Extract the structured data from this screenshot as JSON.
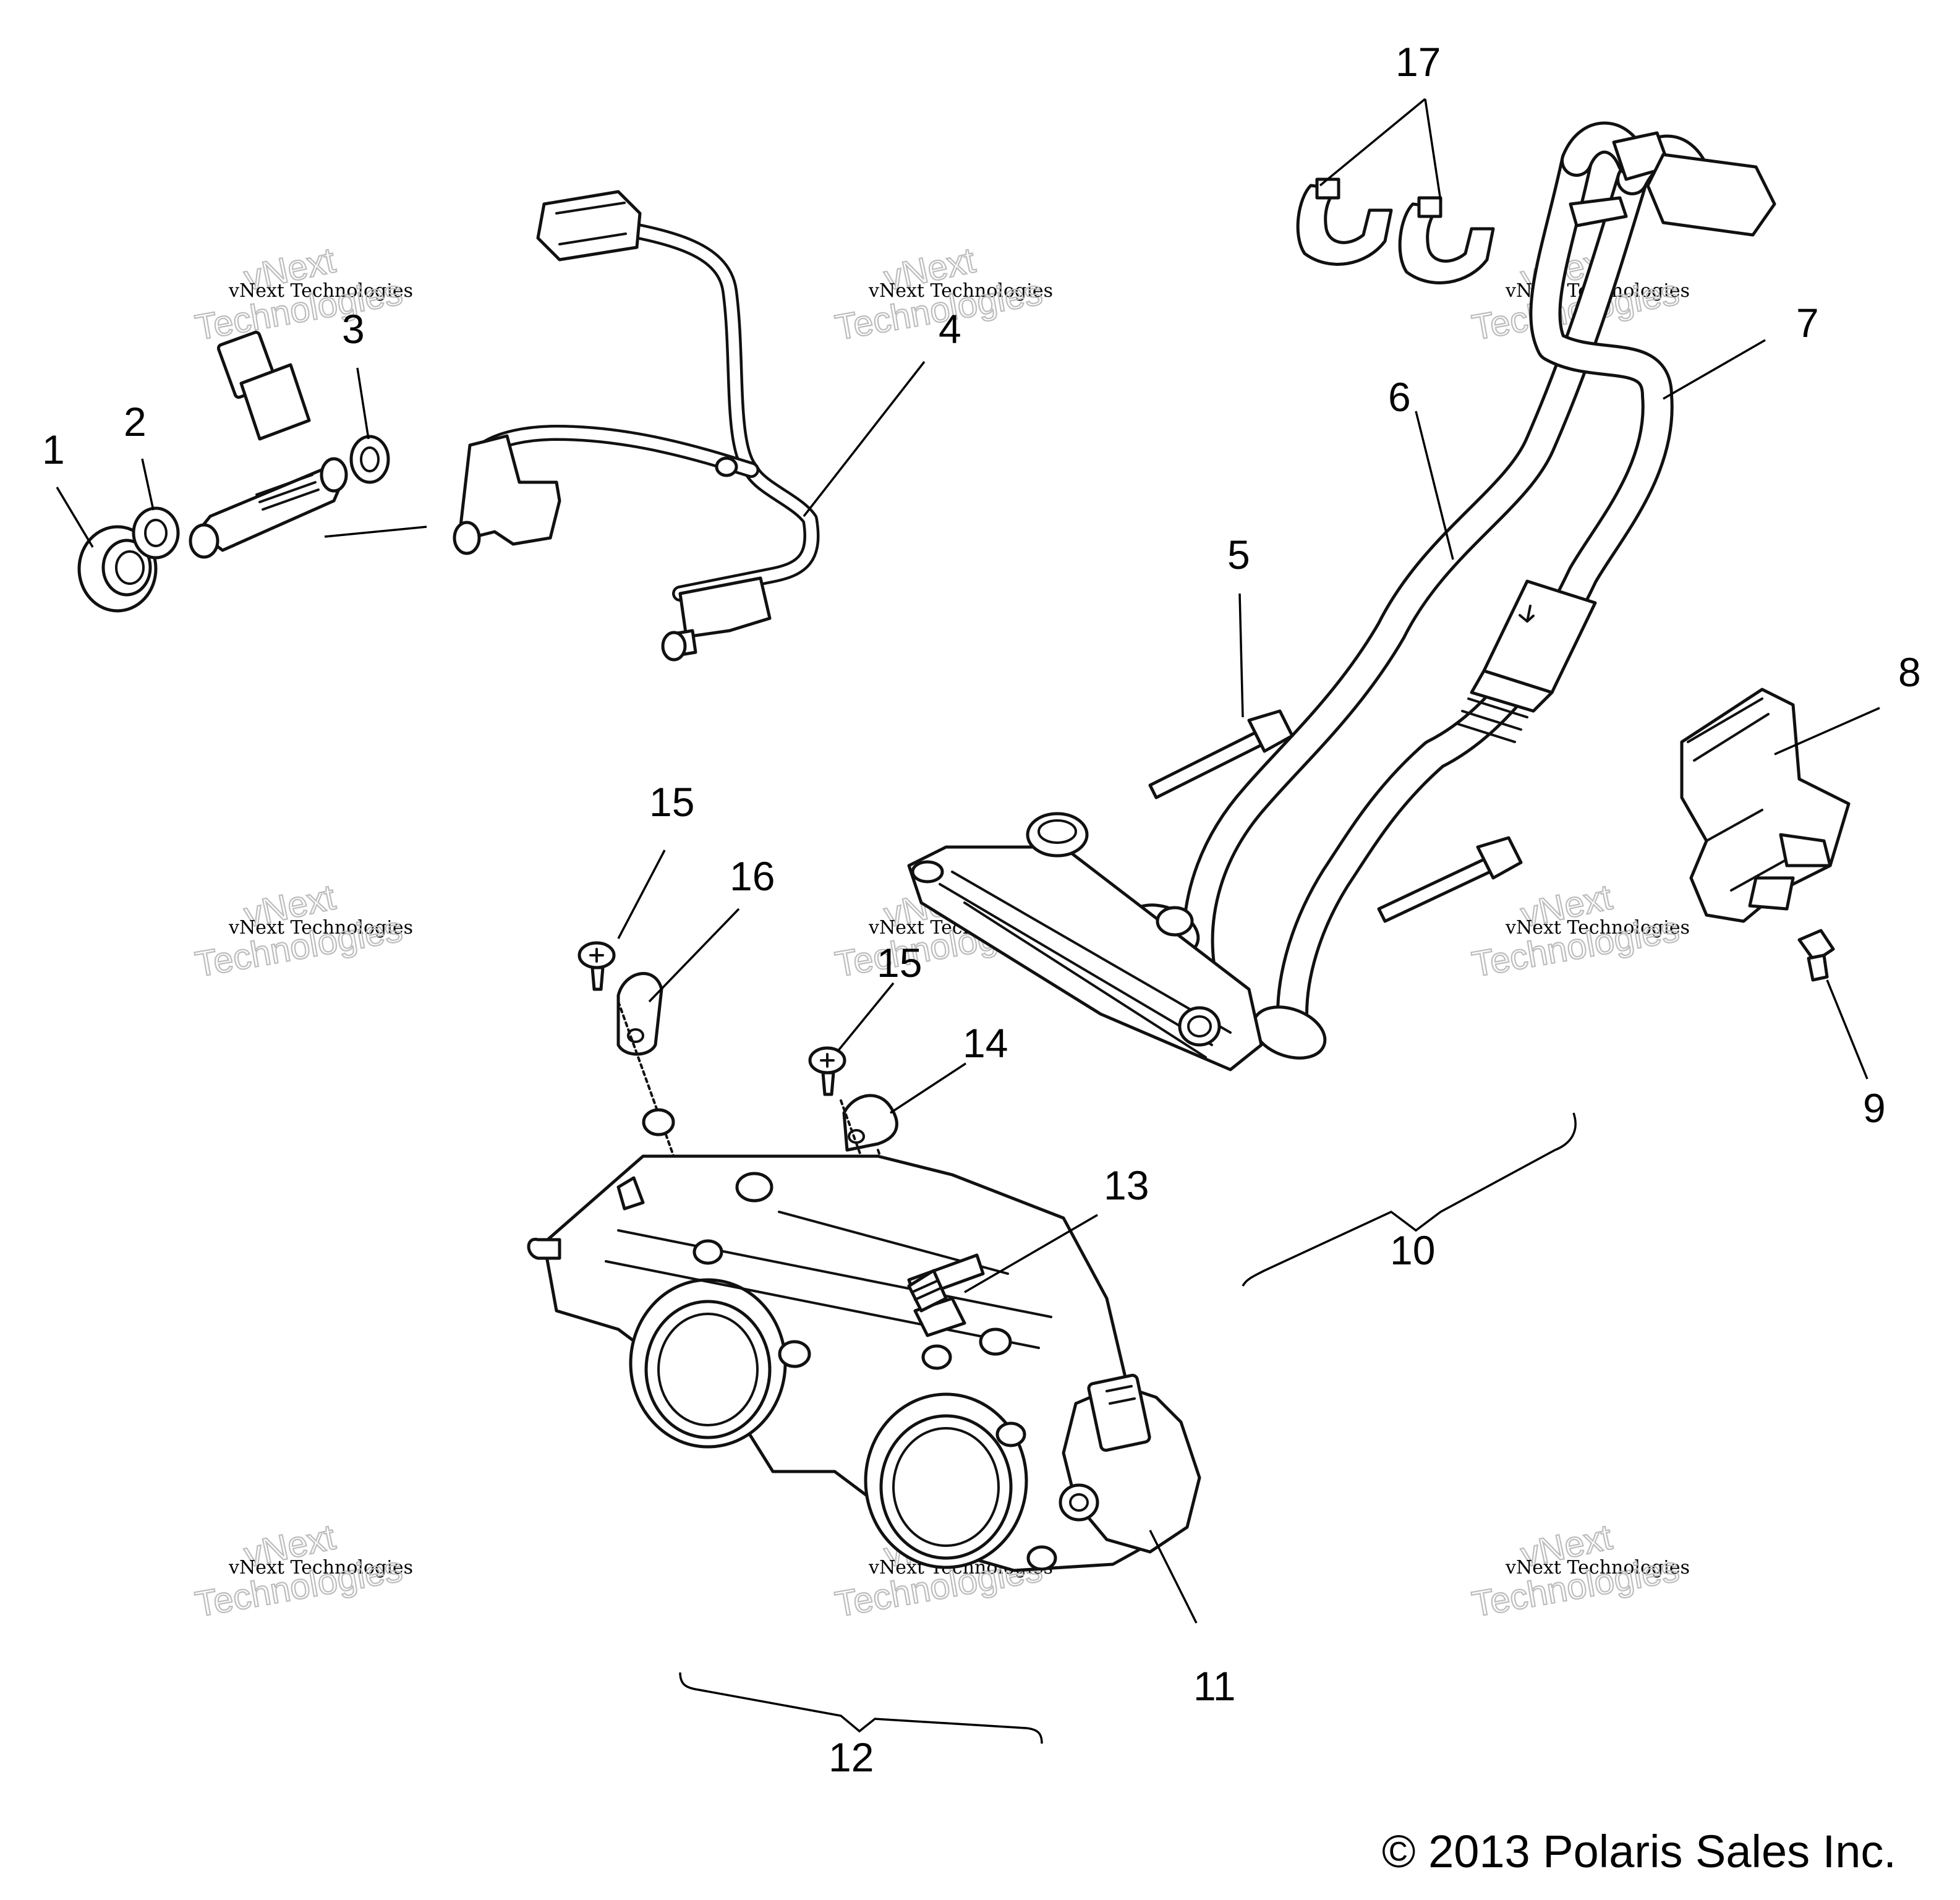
{
  "callouts": {
    "c1": "1",
    "c2": "2",
    "c3": "3",
    "c4": "4",
    "c5": "5",
    "c6": "6",
    "c7": "7",
    "c8": "8",
    "c9": "9",
    "c10": "10",
    "c11": "11",
    "c12": "12",
    "c13": "13",
    "c14": "14",
    "c15a": "15",
    "c15b": "15",
    "c16": "16",
    "c17": "17"
  },
  "watermark": {
    "line_brand": "vNext",
    "line_full": "vNext Technologies",
    "line_word": "Technologies"
  },
  "copyright": "© 2013 Polaris Sales Inc."
}
